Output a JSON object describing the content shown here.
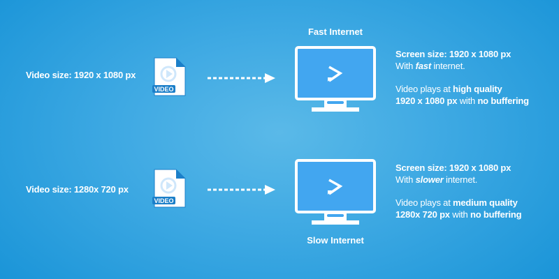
{
  "rows": [
    {
      "video_size": "Video size: 1920 x 1080 px",
      "badge": "VIDEO",
      "label": "Fast Internet",
      "screen": "Screen size: 1920 x 1080 px",
      "with_pre": "With ",
      "speed": "fast",
      "with_post": " internet.",
      "plays_pre": "Video plays at ",
      "quality": "high quality",
      "res": "1920 x 1080 px",
      "mid": " with ",
      "buffer": "no buffering"
    },
    {
      "video_size": "Video size: 1280x 720 px",
      "badge": "VIDEO",
      "label": "Slow Internet",
      "screen": "Screen size: 1920 x 1080 px",
      "with_pre": "With ",
      "speed": "slower",
      "with_post": " internet.",
      "plays_pre": "Video plays at ",
      "quality": "medium quality",
      "res": "1280x 720 px",
      "mid": " with ",
      "buffer": "no buffering"
    }
  ],
  "colors": {
    "file_accent": "#1b7fc9",
    "screen": "#42a6f0",
    "arrow": "#ffffff"
  }
}
